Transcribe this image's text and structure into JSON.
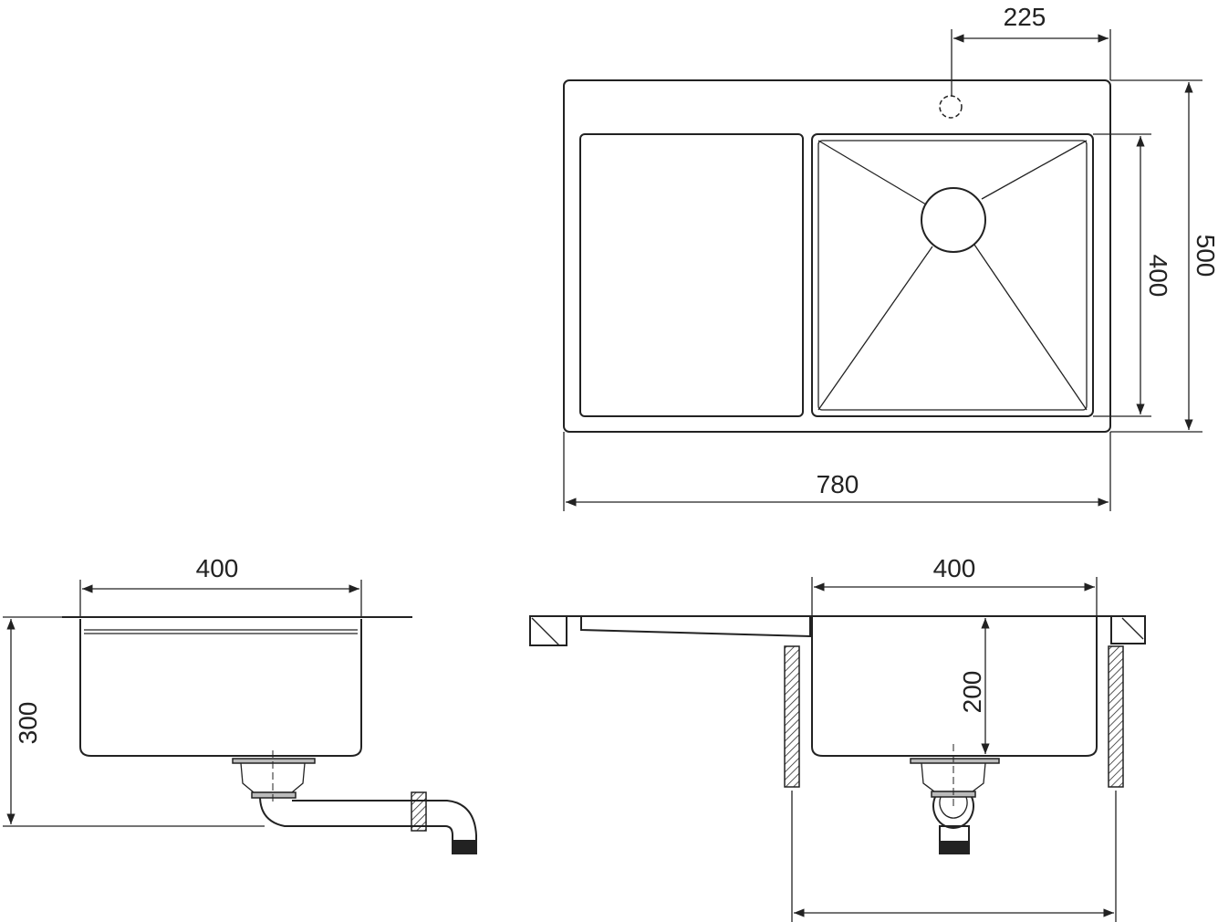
{
  "drawing": {
    "top_view": {
      "tap_offset": "225",
      "overall_depth": "500",
      "bowl_depth": "400",
      "overall_width": "780"
    },
    "side_view": {
      "bowl_width": "400",
      "overall_height": "300"
    },
    "front_view": {
      "bowl_width": "400",
      "bowl_height": "200"
    }
  },
  "colors": {
    "line": "#222222",
    "background": "#ffffff"
  }
}
